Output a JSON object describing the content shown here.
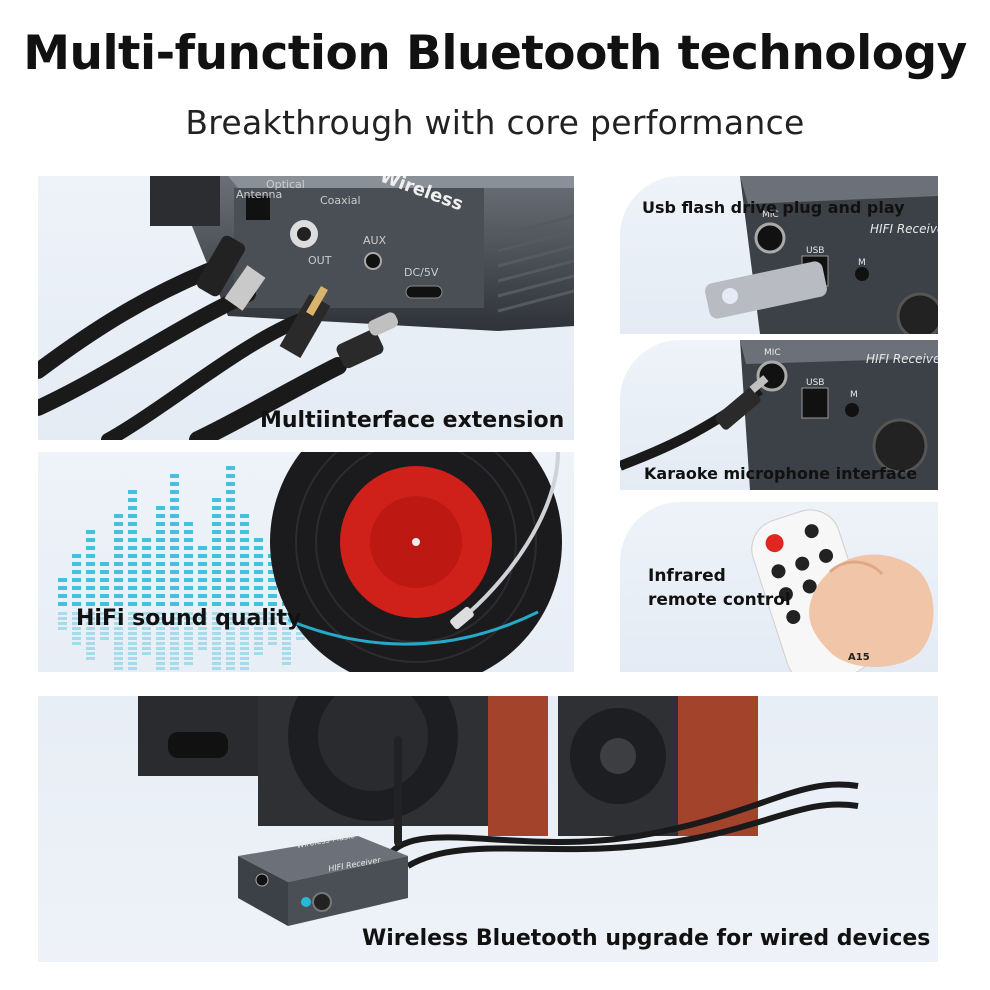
{
  "header": {
    "title": "Multi-function Bluetooth technology",
    "subtitle": "Breakthrough with core performance"
  },
  "panels": {
    "multi": {
      "caption": "Multiinterface extension",
      "device_labels": [
        "Antenna",
        "Optical",
        "Coaxial",
        "OUT",
        "AUX",
        "DC/5V",
        "Wireless"
      ]
    },
    "usb": {
      "caption": "Usb flash drive plug and play",
      "device_labels": [
        "MIC",
        "USB",
        "M",
        "HIFI Receiver"
      ]
    },
    "mic": {
      "caption": "Karaoke microphone interface",
      "device_labels": [
        "MIC",
        "USB",
        "M",
        "HIFI Receiver"
      ]
    },
    "hifi": {
      "caption": "HiFi sound quality"
    },
    "ir": {
      "caption_line1": "Infrared",
      "caption_line2": "remote control",
      "remote_label": "A15"
    },
    "speakers": {
      "caption": "Wireless Bluetooth upgrade for wired devices",
      "device_labels": [
        "Wireless Music",
        "HIFI Receiver"
      ]
    }
  },
  "colors": {
    "accent_cyan": "#27b9d8",
    "record_red": "#d0201a",
    "panel_bg": "#e8eef6",
    "speaker_wood": "#a3432b"
  }
}
